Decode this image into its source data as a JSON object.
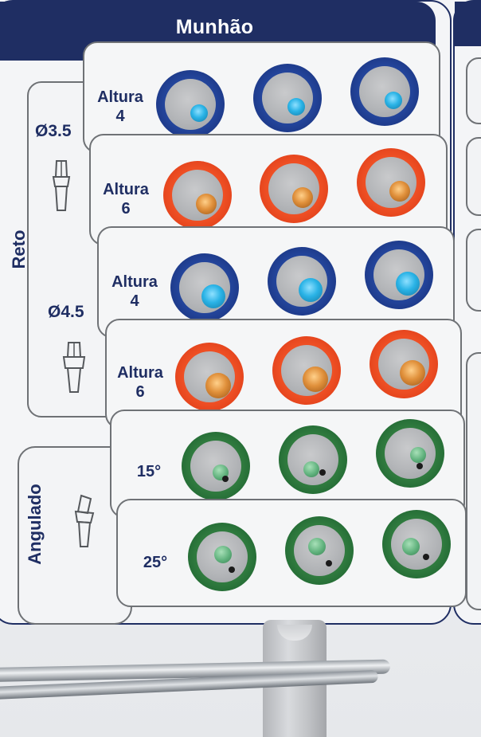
{
  "header": {
    "title": "Munhão"
  },
  "groups": {
    "reto": {
      "label": "Reto",
      "d35": "Ø3.5",
      "d45": "Ø4.5"
    },
    "angulado": {
      "label": "Angulado"
    }
  },
  "rows": [
    {
      "line1": "Altura",
      "line2": "4",
      "color": "blue"
    },
    {
      "line1": "Altura",
      "line2": "6",
      "color": "orange"
    },
    {
      "line1": "Altura",
      "line2": "4",
      "color": "blue"
    },
    {
      "line1": "Altura",
      "line2": "6",
      "color": "orange"
    },
    {
      "line1": "15°",
      "line2": "",
      "color": "green"
    },
    {
      "line1": "25°",
      "line2": "",
      "color": "green"
    }
  ],
  "colors": {
    "navy": "#1f2e63",
    "blue_ring": "#23449a",
    "orange_ring": "#ee4f24",
    "green_ring": "#2f7a3e"
  },
  "icons": [
    "abutment-straight-icon",
    "abutment-wide-icon",
    "abutment-angled-icon"
  ]
}
